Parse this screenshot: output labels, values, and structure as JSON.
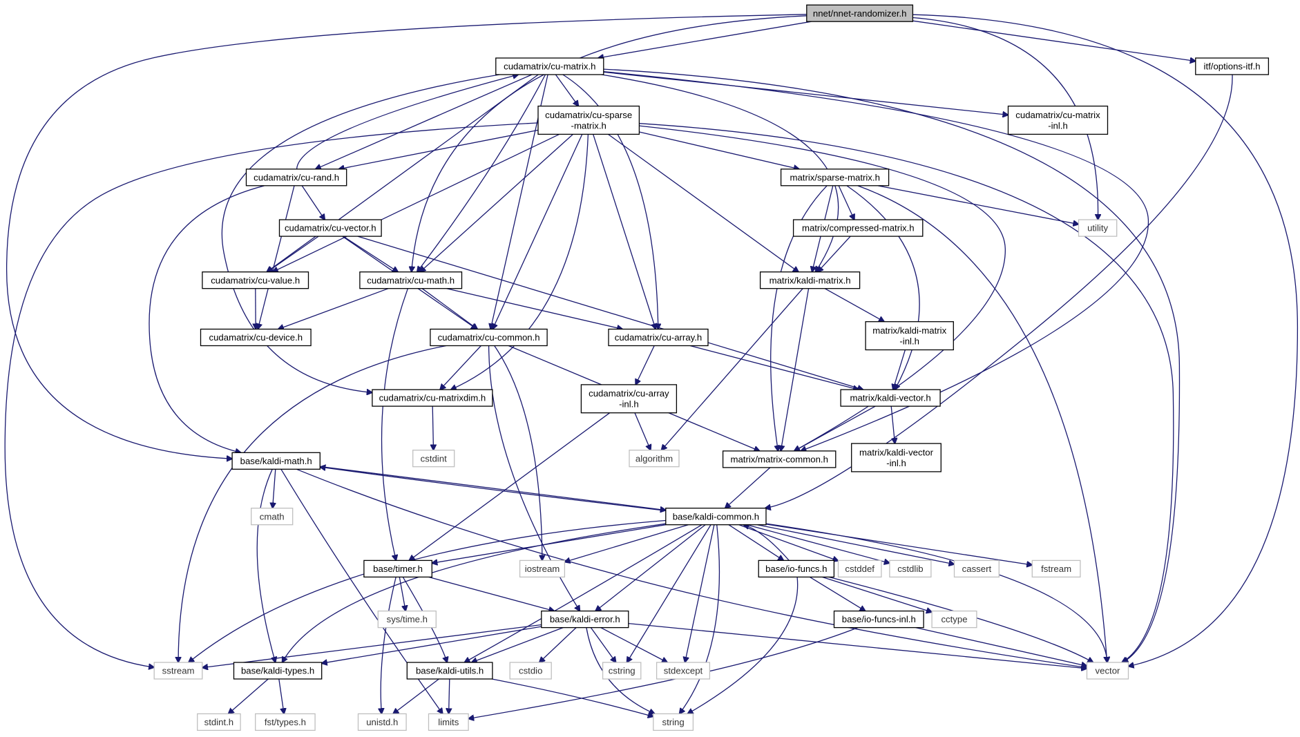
{
  "diagram": {
    "title": "nnet/nnet-randomizer.h",
    "nodes": [
      {
        "id": "root",
        "label": "nnet/nnet-randomizer.h",
        "kind": "root"
      },
      {
        "id": "cumatrix",
        "label": "cudamatrix/cu-matrix.h",
        "kind": "file"
      },
      {
        "id": "optionsitf",
        "label": "itf/options-itf.h",
        "kind": "file"
      },
      {
        "id": "cusparse",
        "label": [
          "cudamatrix/cu-sparse",
          "-matrix.h"
        ],
        "kind": "file"
      },
      {
        "id": "cumatrixinl",
        "label": [
          "cudamatrix/cu-matrix",
          "-inl.h"
        ],
        "kind": "file"
      },
      {
        "id": "curand",
        "label": "cudamatrix/cu-rand.h",
        "kind": "file"
      },
      {
        "id": "sparsematrix",
        "label": "matrix/sparse-matrix.h",
        "kind": "file"
      },
      {
        "id": "utility",
        "label": "utility",
        "kind": "sys"
      },
      {
        "id": "cuvector",
        "label": "cudamatrix/cu-vector.h",
        "kind": "file"
      },
      {
        "id": "compressed",
        "label": "matrix/compressed-matrix.h",
        "kind": "file"
      },
      {
        "id": "cuvalue",
        "label": "cudamatrix/cu-value.h",
        "kind": "file"
      },
      {
        "id": "cumath",
        "label": "cudamatrix/cu-math.h",
        "kind": "file"
      },
      {
        "id": "kaldimatrix",
        "label": "matrix/kaldi-matrix.h",
        "kind": "file"
      },
      {
        "id": "cudevice",
        "label": "cudamatrix/cu-device.h",
        "kind": "file"
      },
      {
        "id": "cucommon",
        "label": "cudamatrix/cu-common.h",
        "kind": "file"
      },
      {
        "id": "cuarray",
        "label": "cudamatrix/cu-array.h",
        "kind": "file"
      },
      {
        "id": "kaldimatrixinl",
        "label": [
          "matrix/kaldi-matrix",
          "-inl.h"
        ],
        "kind": "file"
      },
      {
        "id": "cuarrayinl",
        "label": [
          "cudamatrix/cu-array",
          "-inl.h"
        ],
        "kind": "file"
      },
      {
        "id": "cumatrixdim",
        "label": "cudamatrix/cu-matrixdim.h",
        "kind": "file"
      },
      {
        "id": "kaldivector",
        "label": "matrix/kaldi-vector.h",
        "kind": "file"
      },
      {
        "id": "kaldivectorinl",
        "label": [
          "matrix/kaldi-vector",
          "-inl.h"
        ],
        "kind": "file"
      },
      {
        "id": "cstdint",
        "label": "cstdint",
        "kind": "sys"
      },
      {
        "id": "algorithm",
        "label": "algorithm",
        "kind": "sys"
      },
      {
        "id": "matrixcommon",
        "label": "matrix/matrix-common.h",
        "kind": "file"
      },
      {
        "id": "kaldimath",
        "label": "base/kaldi-math.h",
        "kind": "file"
      },
      {
        "id": "cmath",
        "label": "cmath",
        "kind": "sys"
      },
      {
        "id": "kaldicommon",
        "label": "base/kaldi-common.h",
        "kind": "file"
      },
      {
        "id": "timer",
        "label": "base/timer.h",
        "kind": "file"
      },
      {
        "id": "iostream",
        "label": "iostream",
        "kind": "sys"
      },
      {
        "id": "iofuncs",
        "label": "base/io-funcs.h",
        "kind": "file"
      },
      {
        "id": "cstddef",
        "label": "cstddef",
        "kind": "sys"
      },
      {
        "id": "cstdlib",
        "label": "cstdlib",
        "kind": "sys"
      },
      {
        "id": "cassert",
        "label": "cassert",
        "kind": "sys"
      },
      {
        "id": "fstream",
        "label": "fstream",
        "kind": "sys"
      },
      {
        "id": "systime",
        "label": "sys/time.h",
        "kind": "sys"
      },
      {
        "id": "kaldierror",
        "label": "base/kaldi-error.h",
        "kind": "file"
      },
      {
        "id": "iofuncsinl",
        "label": "base/io-funcs-inl.h",
        "kind": "file"
      },
      {
        "id": "cctype",
        "label": "cctype",
        "kind": "sys"
      },
      {
        "id": "sstream",
        "label": "sstream",
        "kind": "sys"
      },
      {
        "id": "kalditypes",
        "label": "base/kaldi-types.h",
        "kind": "file"
      },
      {
        "id": "kaldiutils",
        "label": "base/kaldi-utils.h",
        "kind": "file"
      },
      {
        "id": "cstdio",
        "label": "cstdio",
        "kind": "sys"
      },
      {
        "id": "cstring",
        "label": "cstring",
        "kind": "sys"
      },
      {
        "id": "stdexcept",
        "label": "stdexcept",
        "kind": "sys"
      },
      {
        "id": "vector",
        "label": "vector",
        "kind": "sys"
      },
      {
        "id": "stdinth",
        "label": "stdint.h",
        "kind": "sys"
      },
      {
        "id": "fsttypes",
        "label": "fst/types.h",
        "kind": "sys"
      },
      {
        "id": "unistd",
        "label": "unistd.h",
        "kind": "sys"
      },
      {
        "id": "limits",
        "label": "limits",
        "kind": "sys"
      },
      {
        "id": "string",
        "label": "string",
        "kind": "sys"
      }
    ],
    "edges": [
      [
        "root",
        "cumatrix"
      ],
      [
        "root",
        "cumath"
      ],
      [
        "root",
        "kaldimath"
      ],
      [
        "root",
        "optionsitf"
      ],
      [
        "root",
        "utility"
      ],
      [
        "root",
        "vector"
      ],
      [
        "cumatrix",
        "cusparse"
      ],
      [
        "cumatrix",
        "cumatrixinl"
      ],
      [
        "cumatrix",
        "curand"
      ],
      [
        "cumatrix",
        "cuvalue"
      ],
      [
        "cumatrix",
        "cumath"
      ],
      [
        "cumatrix",
        "cucommon"
      ],
      [
        "cumatrix",
        "cuarray"
      ],
      [
        "cumatrix",
        "cumatrixdim"
      ],
      [
        "cumatrix",
        "kaldimatrix"
      ],
      [
        "cumatrix",
        "matrixcommon"
      ],
      [
        "cumatrix",
        "vector"
      ],
      [
        "cusparse",
        "curand"
      ],
      [
        "cusparse",
        "sparsematrix"
      ],
      [
        "cusparse",
        "cuvalue"
      ],
      [
        "cusparse",
        "cumath"
      ],
      [
        "cusparse",
        "cucommon"
      ],
      [
        "cusparse",
        "cuarray"
      ],
      [
        "cusparse",
        "cumatrixdim"
      ],
      [
        "cusparse",
        "kaldimatrix"
      ],
      [
        "cusparse",
        "matrixcommon"
      ],
      [
        "cusparse",
        "sstream"
      ],
      [
        "cusparse",
        "vector"
      ],
      [
        "curand",
        "cumatrix"
      ],
      [
        "curand",
        "cuvector"
      ],
      [
        "curand",
        "cudevice"
      ],
      [
        "curand",
        "kaldimath"
      ],
      [
        "sparsematrix",
        "compressed"
      ],
      [
        "sparsematrix",
        "kaldimatrix"
      ],
      [
        "sparsematrix",
        "kaldivector"
      ],
      [
        "sparsematrix",
        "matrixcommon"
      ],
      [
        "sparsematrix",
        "utility"
      ],
      [
        "sparsematrix",
        "vector"
      ],
      [
        "cuvector",
        "cuvalue"
      ],
      [
        "cuvector",
        "cumath"
      ],
      [
        "cuvector",
        "cucommon"
      ],
      [
        "cuvector",
        "kaldivector"
      ],
      [
        "compressed",
        "kaldimatrix"
      ],
      [
        "cuvalue",
        "cudevice"
      ],
      [
        "cumath",
        "cudevice"
      ],
      [
        "cumath",
        "cucommon"
      ],
      [
        "cumath",
        "cuarray"
      ],
      [
        "cumath",
        "timer"
      ],
      [
        "kaldimatrix",
        "kaldimatrixinl"
      ],
      [
        "kaldimatrix",
        "matrixcommon"
      ],
      [
        "kaldimatrix",
        "algorithm"
      ],
      [
        "cucommon",
        "cumatrixdim"
      ],
      [
        "cucommon",
        "sstream"
      ],
      [
        "cucommon",
        "iostream"
      ],
      [
        "cucommon",
        "kaldierror"
      ],
      [
        "cucommon",
        "matrixcommon"
      ],
      [
        "cuarray",
        "cuarrayinl"
      ],
      [
        "cuarray",
        "kaldivector"
      ],
      [
        "kaldimatrixinl",
        "kaldivector"
      ],
      [
        "cuarrayinl",
        "algorithm"
      ],
      [
        "cuarrayinl",
        "timer"
      ],
      [
        "cumatrixdim",
        "cstdint"
      ],
      [
        "kaldivector",
        "kaldivectorinl"
      ],
      [
        "kaldivector",
        "matrixcommon"
      ],
      [
        "matrixcommon",
        "kaldicommon"
      ],
      [
        "kaldimath",
        "cmath"
      ],
      [
        "kaldimath",
        "kaldicommon"
      ],
      [
        "kaldimath",
        "kalditypes"
      ],
      [
        "kaldimath",
        "limits"
      ],
      [
        "kaldimath",
        "vector"
      ],
      [
        "kaldicommon",
        "kaldimath"
      ],
      [
        "kaldicommon",
        "timer"
      ],
      [
        "kaldicommon",
        "iostream"
      ],
      [
        "kaldicommon",
        "iofuncs"
      ],
      [
        "kaldicommon",
        "cstddef"
      ],
      [
        "kaldicommon",
        "cstdlib"
      ],
      [
        "kaldicommon",
        "cassert"
      ],
      [
        "kaldicommon",
        "fstream"
      ],
      [
        "kaldicommon",
        "kaldierror"
      ],
      [
        "kaldicommon",
        "kaldiutils"
      ],
      [
        "kaldicommon",
        "kalditypes"
      ],
      [
        "kaldicommon",
        "sstream"
      ],
      [
        "kaldicommon",
        "cstring"
      ],
      [
        "kaldicommon",
        "stdexcept"
      ],
      [
        "kaldicommon",
        "string"
      ],
      [
        "kaldicommon",
        "vector"
      ],
      [
        "optionsitf",
        "kaldicommon"
      ],
      [
        "iofuncs",
        "kaldicommon"
      ],
      [
        "iofuncs",
        "iofuncsinl"
      ],
      [
        "iofuncs",
        "cctype"
      ],
      [
        "iofuncs",
        "vector"
      ],
      [
        "iofuncs",
        "string"
      ],
      [
        "timer",
        "systime"
      ],
      [
        "timer",
        "kaldierror"
      ],
      [
        "timer",
        "kaldiutils"
      ],
      [
        "timer",
        "unistd"
      ],
      [
        "kaldierror",
        "sstream"
      ],
      [
        "kaldierror",
        "kalditypes"
      ],
      [
        "kaldierror",
        "kaldiutils"
      ],
      [
        "kaldierror",
        "cstdio"
      ],
      [
        "kaldierror",
        "cstring"
      ],
      [
        "kaldierror",
        "stdexcept"
      ],
      [
        "kaldierror",
        "string"
      ],
      [
        "kaldierror",
        "vector"
      ],
      [
        "iofuncsinl",
        "limits"
      ],
      [
        "iofuncsinl",
        "vector"
      ],
      [
        "kalditypes",
        "stdinth"
      ],
      [
        "kalditypes",
        "fsttypes"
      ],
      [
        "kaldiutils",
        "unistd"
      ],
      [
        "kaldiutils",
        "limits"
      ],
      [
        "kaldiutils",
        "string"
      ]
    ]
  }
}
